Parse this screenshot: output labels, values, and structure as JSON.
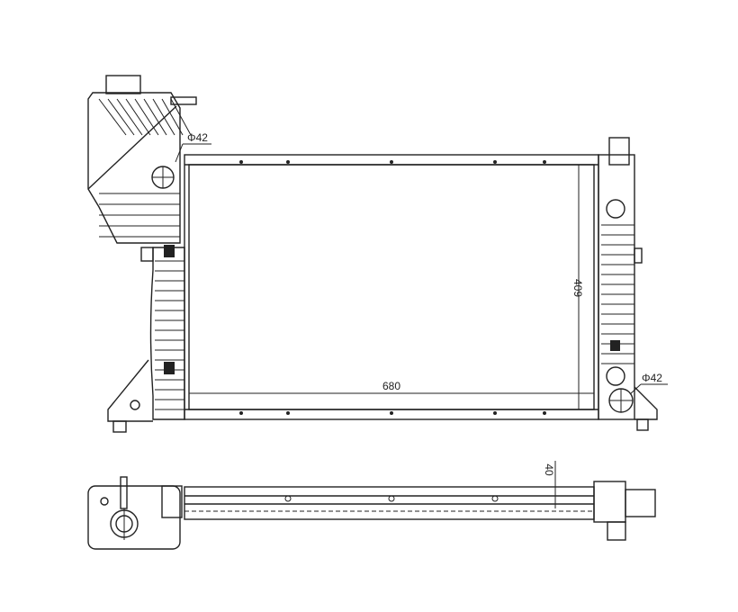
{
  "drawing": {
    "subject": "radiator",
    "front_view": {
      "inlet_diameter_label": "Φ42",
      "outlet_diameter_label": "Φ42",
      "width_label": "680",
      "height_label": "409"
    },
    "top_view": {
      "depth_label": "40"
    }
  }
}
